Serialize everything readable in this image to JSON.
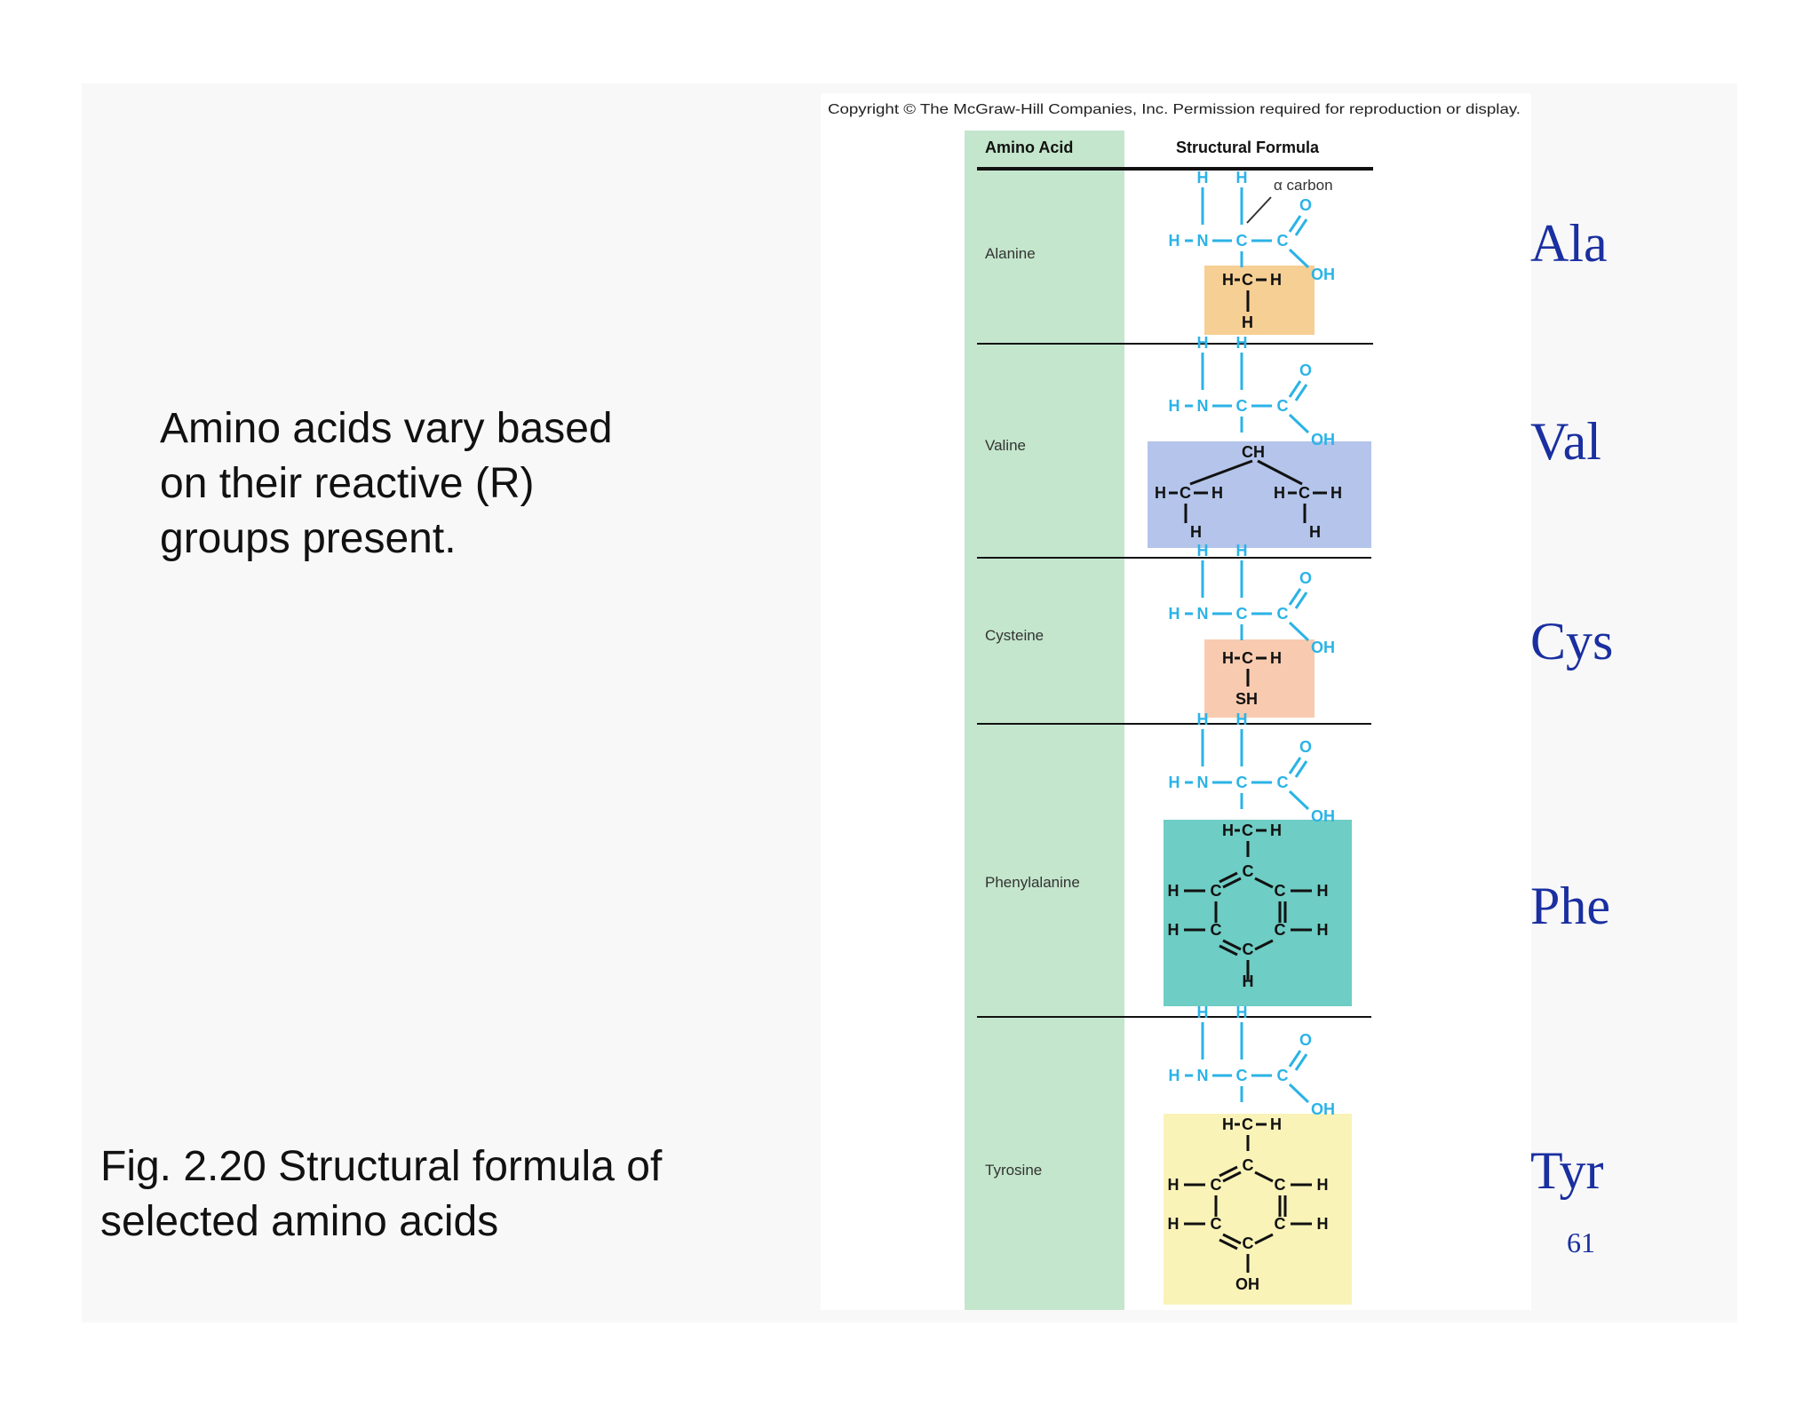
{
  "slide": {
    "body_lines": [
      "Amino acids vary based",
      "on their reactive (R)",
      "groups present."
    ],
    "caption_lines": [
      "Fig. 2.20 Structural formula of",
      "selected amino acids"
    ],
    "page_number": "61"
  },
  "figure": {
    "copyright": "Copyright © The McGraw-Hill Companies, Inc. Permission required for reproduction or display.",
    "col_amino_acid": "Amino Acid",
    "col_structural_formula": "Structural Formula",
    "alpha_carbon_label": "α carbon",
    "colors": {
      "backbone": "#2bb3e6",
      "column_green": "#c4e6cc",
      "alanine_r": "#f6cf94",
      "valine_r": "#b4c4ea",
      "cysteine_r": "#f8cbb0",
      "phenylalanine_r": "#6ecdc4",
      "tyrosine_r": "#faf3b8",
      "abbr_blue": "#1a2fa0"
    },
    "rows": [
      {
        "name": "Alanine",
        "abbr": "Ala",
        "r_group": "CH3"
      },
      {
        "name": "Valine",
        "abbr": "Val",
        "r_group": "CH(CH3)2"
      },
      {
        "name": "Cysteine",
        "abbr": "Cys",
        "r_group": "CH2SH"
      },
      {
        "name": "Phenylalanine",
        "abbr": "Phe",
        "r_group": "CH2-C6H5"
      },
      {
        "name": "Tyrosine",
        "abbr": "Tyr",
        "r_group": "CH2-C6H4OH"
      }
    ]
  }
}
